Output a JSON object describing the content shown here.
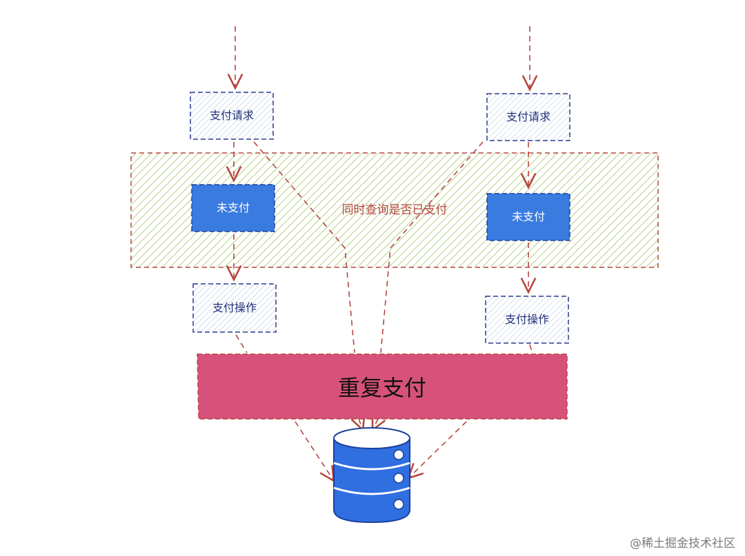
{
  "nodes": {
    "left_request": "支付请求",
    "right_request": "支付请求",
    "left_unpaid": "未支付",
    "right_unpaid": "未支付",
    "left_operation": "支付操作",
    "right_operation": "支付操作"
  },
  "zone": {
    "label": "同时查询是否已支付"
  },
  "result": {
    "label": "重复支付"
  },
  "database": {
    "icon": "database-icon"
  },
  "watermark": "@稀土掘金技术社区",
  "colors": {
    "arrow": "#b5453d",
    "dashed_border": "#2a3a8f",
    "hatch_green": "#a8c66c",
    "hatch_blue": "#9fb4d6",
    "unpaid_fill": "#3a7be0",
    "result_fill": "#d6527a",
    "db_fill": "#2f6fe0"
  }
}
